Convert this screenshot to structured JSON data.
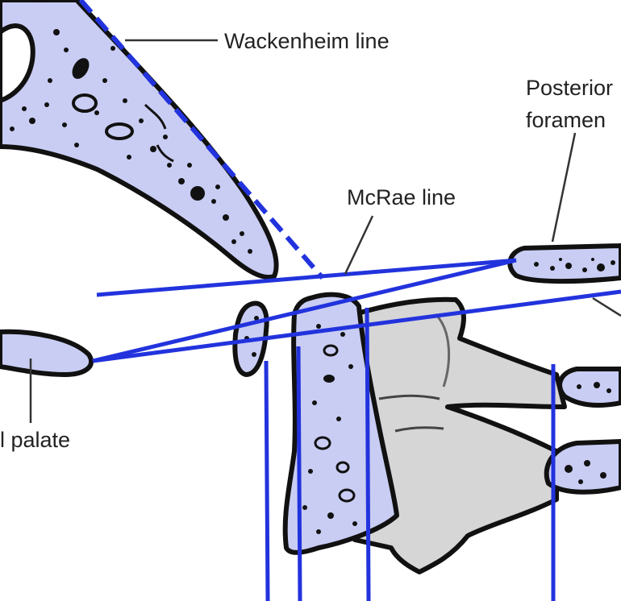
{
  "labels": {
    "wackenheim": "Wackenheim line",
    "mcrae": "McRae line",
    "posterior_line1": "Posterior",
    "posterior_line2": "foramen",
    "palate": "l palate"
  },
  "colors": {
    "bone_fill": "#c9cdf3",
    "vertebra_fill": "#d6d6d6",
    "outline": "#111111",
    "measure_line": "#2233dd",
    "label_text": "#222222"
  }
}
